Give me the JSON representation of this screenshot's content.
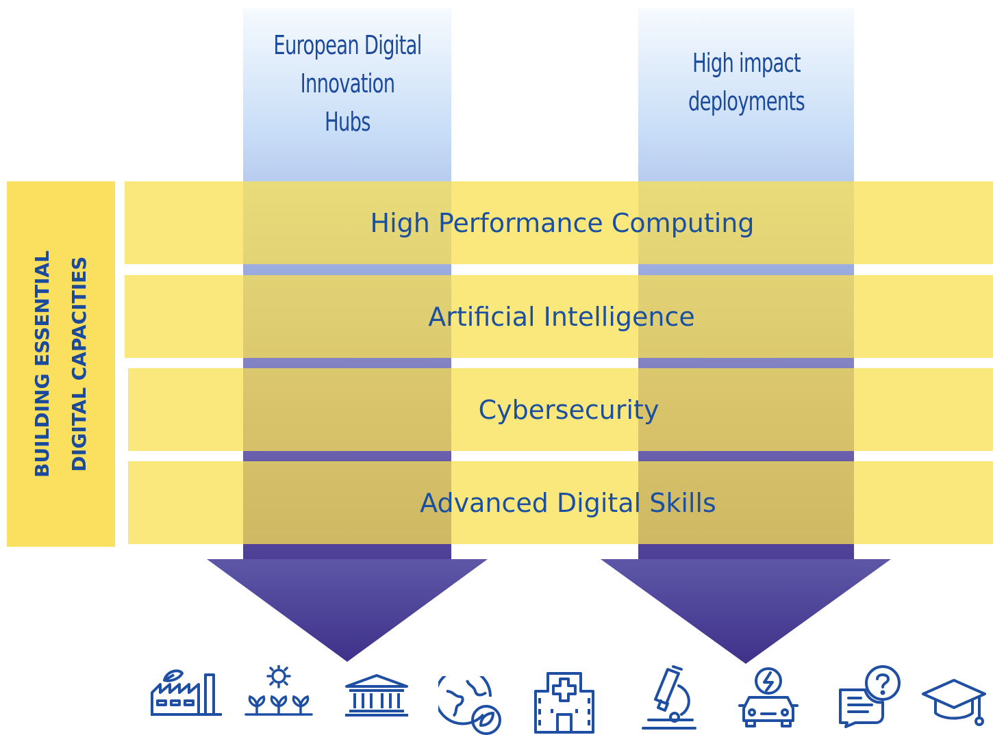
{
  "columns": [
    {
      "label_lines": [
        "European  Digital",
        "Innovation",
        "Hubs"
      ]
    },
    {
      "label_lines": [
        "High  impact",
        "deployments"
      ]
    }
  ],
  "bands": [
    {
      "label": "High Performance Computing"
    },
    {
      "label": "Artificial Intelligence"
    },
    {
      "label": "Cybersecurity"
    },
    {
      "label": "Advanced Digital Skills"
    }
  ],
  "side_panel": {
    "lines": [
      "BUILDING ESSENTIAL",
      "DIGITAL CAPACITIES"
    ]
  },
  "colors": {
    "band_yellow": "#fae052",
    "label_blue": "#1b4a9c",
    "column_top": "#f3f8fd",
    "column_bottom": "#4b3b92",
    "arrow": "#4a3f93",
    "icon_blue": "#1f4fa3"
  },
  "sector_icons": [
    "green-factory-icon",
    "agriculture-icon",
    "public-administration-icon",
    "environment-icon",
    "hospital-icon",
    "research-microscope-icon",
    "electric-vehicle-icon",
    "communication-icon",
    "education-icon"
  ]
}
